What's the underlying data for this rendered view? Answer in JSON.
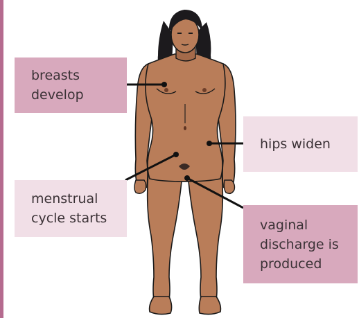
{
  "colors": {
    "frame_accent": "#b56b8f",
    "label_pink_dark": "#d8a9bd",
    "label_pink_light": "#f1dfe7",
    "skin": "#b97d59",
    "skin_shadow": "#a46a4a",
    "hair": "#1c1a1d",
    "pointer_line": "#111111"
  },
  "labels": {
    "breasts": {
      "lines": [
        "breasts",
        "develop"
      ],
      "fill": "dark"
    },
    "hips": {
      "lines": [
        "hips widen"
      ],
      "fill": "light"
    },
    "menstrual": {
      "lines": [
        "menstrual",
        "cycle starts"
      ],
      "fill": "light"
    },
    "vaginal": {
      "lines": [
        "vaginal",
        "discharge is",
        "produced"
      ],
      "fill": "dark"
    }
  },
  "icons": {
    "figure": "female-body-illustration"
  }
}
